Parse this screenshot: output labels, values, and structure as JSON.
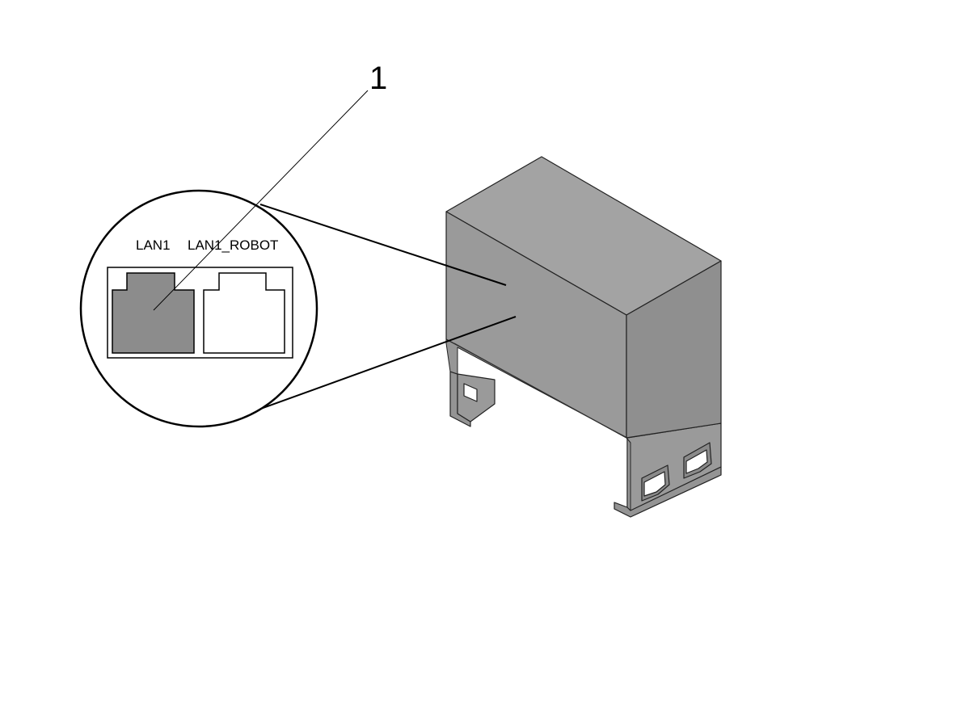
{
  "diagram": {
    "callout_number": "1",
    "ports": [
      {
        "label": "LAN1",
        "state": "highlighted",
        "fill": "#8c8c8c"
      },
      {
        "label": "LAN1_ROBOT",
        "state": "normal",
        "fill": "#ffffff"
      }
    ],
    "colors": {
      "box_front": "#9a9a9a",
      "box_top": "#a3a3a3",
      "box_side": "#8f8f8f",
      "bracket": "#949494",
      "line": "#000000",
      "background": "#ffffff"
    }
  }
}
